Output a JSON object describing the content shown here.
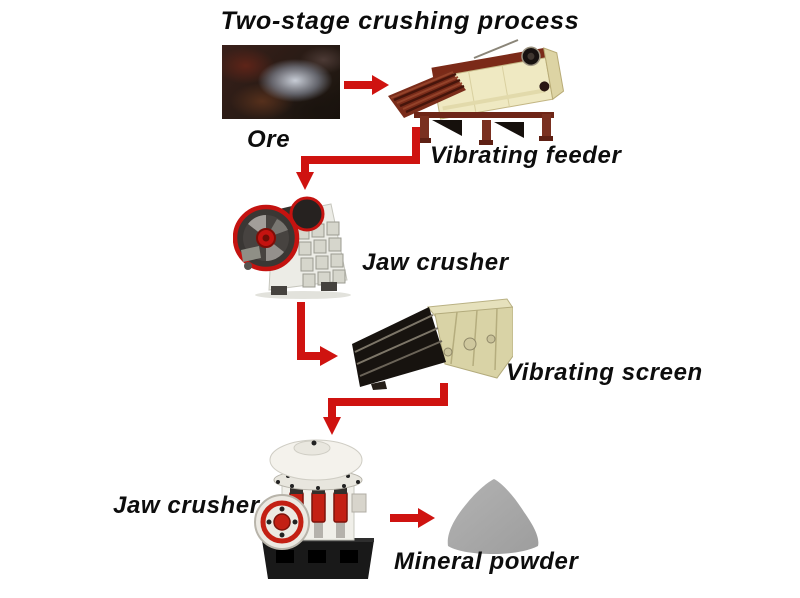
{
  "title": "Two-stage crushing process",
  "diagram": {
    "type": "process-flow",
    "stages": [
      {
        "id": "ore",
        "label": "Ore",
        "kind": "raw-material"
      },
      {
        "id": "vibrating-feeder",
        "label": "Vibrating feeder",
        "kind": "machine"
      },
      {
        "id": "jaw-crusher",
        "label": "Jaw crusher",
        "kind": "machine"
      },
      {
        "id": "vibrating-screen",
        "label": "Vibrating screen",
        "kind": "machine"
      },
      {
        "id": "cone-crusher",
        "label": "Jaw crusher",
        "kind": "machine"
      },
      {
        "id": "mineral-powder",
        "label": "Mineral powder",
        "kind": "product"
      }
    ],
    "connections": [
      {
        "from": "ore",
        "to": "vibrating-feeder",
        "arrow": "right"
      },
      {
        "from": "vibrating-feeder",
        "to": "jaw-crusher",
        "arrow": "elbow-down-left-down"
      },
      {
        "from": "jaw-crusher",
        "to": "vibrating-screen",
        "arrow": "elbow-down-right"
      },
      {
        "from": "vibrating-screen",
        "to": "cone-crusher",
        "arrow": "elbow-down-left-down"
      },
      {
        "from": "cone-crusher",
        "to": "mineral-powder",
        "arrow": "right"
      }
    ]
  },
  "colors": {
    "background": "#ffffff",
    "arrow": "#cf1310",
    "label_text": "#0d0d0d",
    "feeder_body": "#efe9c2",
    "feeder_frame": "#7a2c1a",
    "crusher_body": "#ecece6",
    "flywheel_rim": "#c41310",
    "screen_deck": "#17130f",
    "screen_body": "#d9d3a6",
    "cone_cylinder_red": "#c32014",
    "machine_base_black": "#191919",
    "powder_gray": "#a9a9a9"
  }
}
